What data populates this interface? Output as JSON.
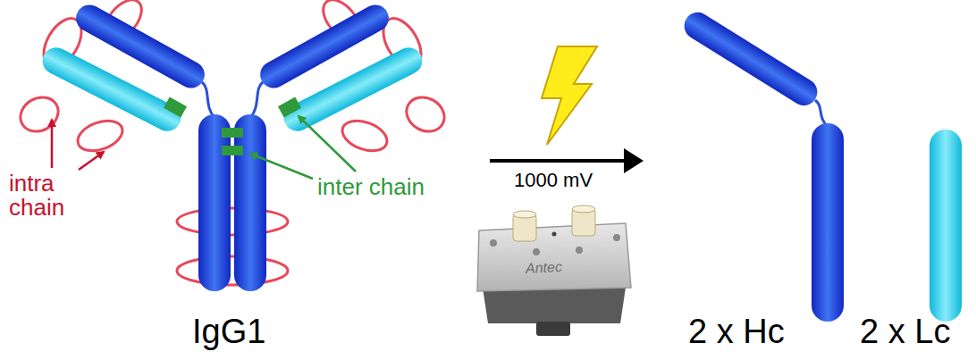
{
  "diagram": {
    "labels": [
      "intra chain",
      "inter chain",
      "IgG1",
      "1000 mV",
      "Antec",
      "2 x Hc",
      "2 x Lc"
    ]
  }
}
